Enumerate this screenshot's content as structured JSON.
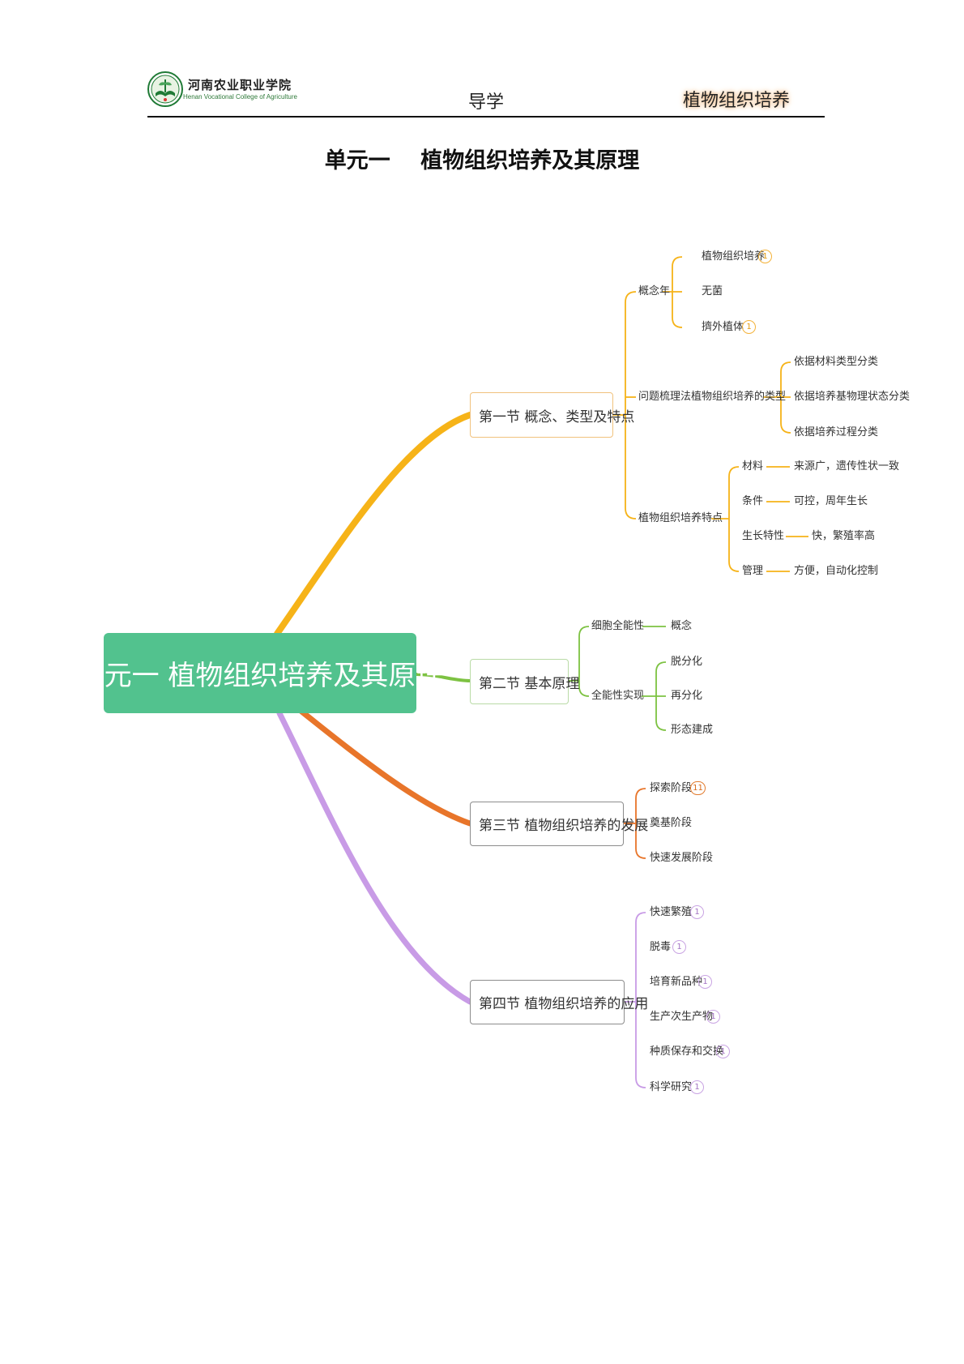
{
  "header": {
    "school_cn": "河南农业职业学院",
    "school_en": "Henan Vocational College of Agriculture",
    "center": "导学",
    "course": "植物组织培养"
  },
  "title": "单元一    植物组织培养及其原理",
  "mindmap": {
    "root": "单元一 植物组织培养及其原理",
    "sections": [
      {
        "label": "第一节  概念、类型及特点",
        "color": "#f6b318",
        "children": [
          {
            "label": "概念年",
            "children": [
              {
                "label": "植物组织培养",
                "badge": "1"
              },
              {
                "label": "无菌"
              },
              {
                "label": "擠外植体",
                "badge": "1"
              }
            ]
          },
          {
            "label": "问题梳理法植物组织培养的类型",
            "children": [
              {
                "label": "依据材料类型分类"
              },
              {
                "label": "依据培养基物理状态分类"
              },
              {
                "label": "依据培养过程分类"
              }
            ]
          },
          {
            "label": "植物组织培养特点",
            "children": [
              {
                "label": "材料",
                "detail": "来源广，遗传性状一致"
              },
              {
                "label": "条件",
                "detail": "可控，周年生长"
              },
              {
                "label": "生长特性",
                "detail": "快，繁殖率高"
              },
              {
                "label": "管理",
                "detail": "方便，自动化控制"
              }
            ]
          }
        ]
      },
      {
        "label": "第二节  基本原理",
        "color": "#7dc242",
        "children": [
          {
            "label": "细胞全能性",
            "children": [
              {
                "label": "概念"
              }
            ]
          },
          {
            "label": "全能性实现",
            "children": [
              {
                "label": "脱分化"
              },
              {
                "label": "再分化"
              },
              {
                "label": "形态建成"
              }
            ]
          }
        ]
      },
      {
        "label": "第三节  植物组织培养的发展",
        "color": "#e8752a",
        "children": [
          {
            "label": "探索阶段",
            "badge": "11"
          },
          {
            "label": "奠基阶段"
          },
          {
            "label": "快速发展阶段"
          }
        ]
      },
      {
        "label": "第四节  植物组织培养的应用",
        "color": "#c89be6",
        "children": [
          {
            "label": "快速繁殖",
            "badge": "1"
          },
          {
            "label": "脱毒",
            "badge": "1"
          },
          {
            "label": "培育新品种",
            "badge": "1"
          },
          {
            "label": "生产次生产物",
            "badge": "1"
          },
          {
            "label": "种质保存和交换",
            "badge": "1"
          },
          {
            "label": "科学研究",
            "badge": "1"
          }
        ]
      }
    ]
  },
  "colors": {
    "root": "#52c28e",
    "header_highlight": "#f2c08f"
  }
}
